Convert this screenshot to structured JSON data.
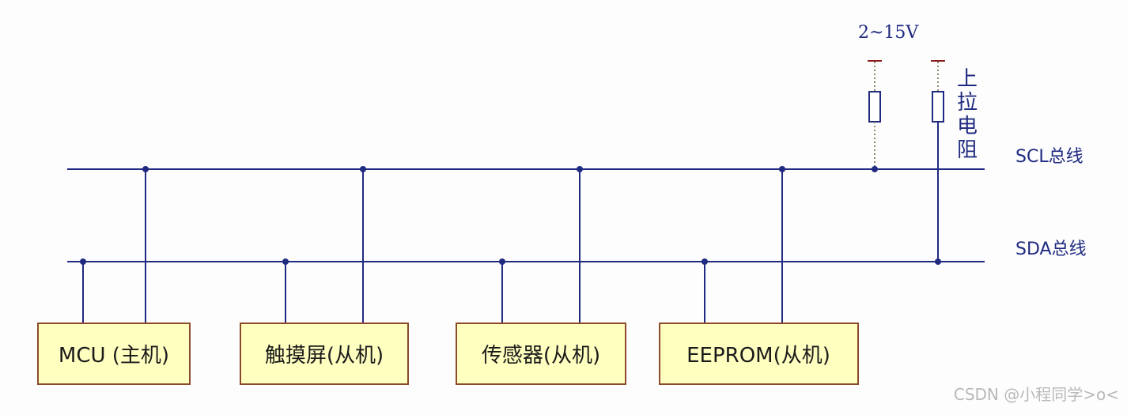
{
  "diagram": {
    "voltage_label": "2~15V",
    "pullup_label": "上拉电阻",
    "scl_label": "SCL总线",
    "sda_label": "SDA总线",
    "devices": [
      {
        "label": "MCU (主机)"
      },
      {
        "label": "触摸屏(从机)"
      },
      {
        "label": "传感器(从机)"
      },
      {
        "label": "EEPROM(从机)"
      }
    ]
  },
  "watermark": "CSDN @小程同学>o<",
  "colors": {
    "wire": "#1f2a80",
    "box_fill": "#ffffc0",
    "box_border": "#8b4a2a",
    "rail": "#8b1c1c"
  }
}
